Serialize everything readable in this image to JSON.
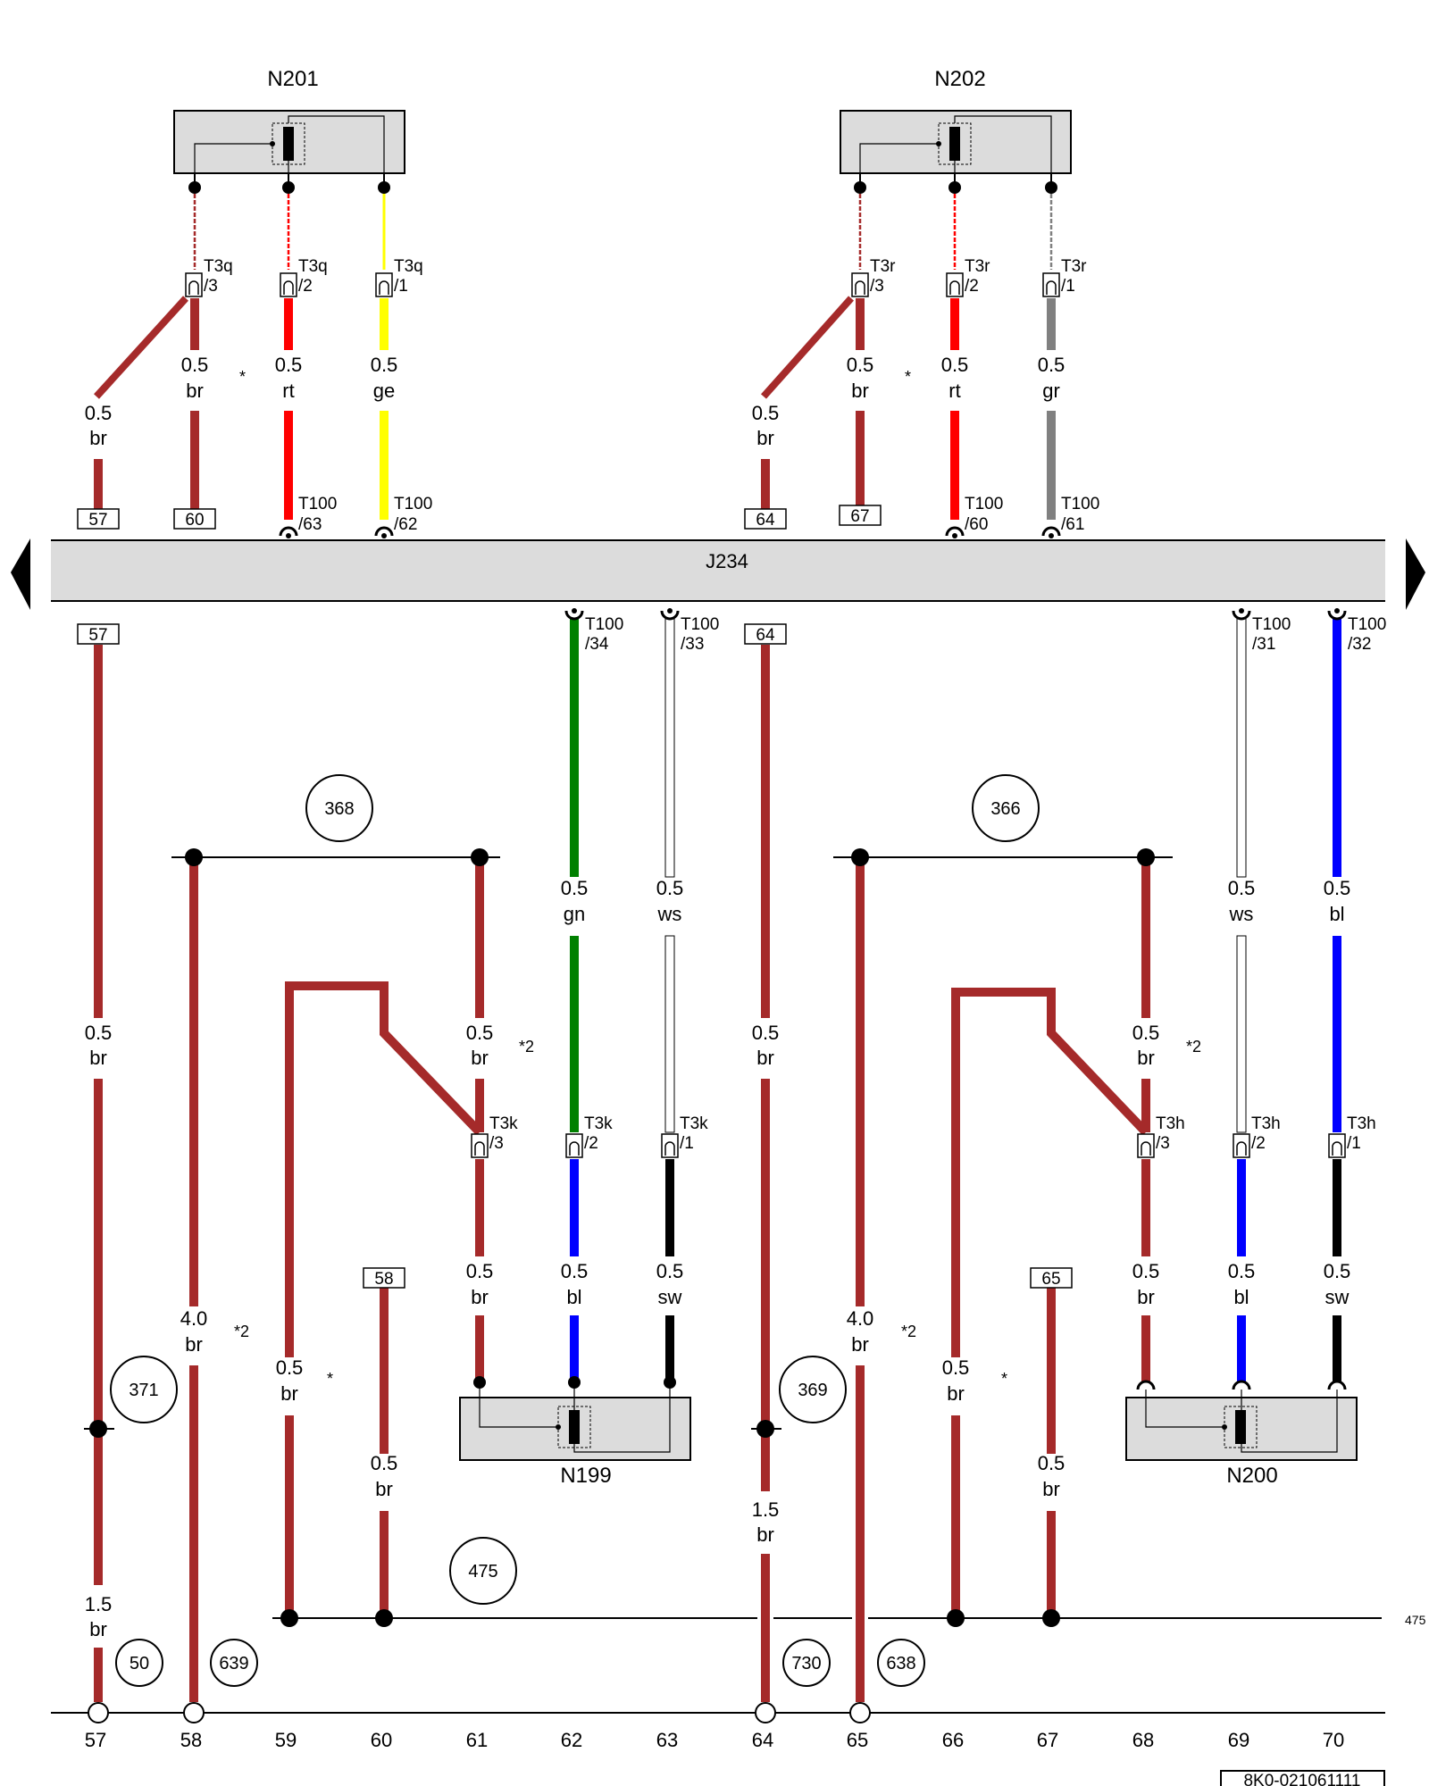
{
  "components": {
    "n201": "N201",
    "n202": "N202",
    "j234": "J234",
    "n199": "N199",
    "n200": "N200"
  },
  "upper_connectors": {
    "t3q_3": [
      "T3q",
      "/3"
    ],
    "t3q_2": [
      "T3q",
      "/2"
    ],
    "t3q_1": [
      "T3q",
      "/1"
    ],
    "t3r_3": [
      "T3r",
      "/3"
    ],
    "t3r_2": [
      "T3r",
      "/2"
    ],
    "t3r_1": [
      "T3r",
      "/1"
    ],
    "t100_63": [
      "T100",
      "/63"
    ],
    "t100_62": [
      "T100",
      "/62"
    ],
    "t100_60": [
      "T100",
      "/60"
    ],
    "t100_61": [
      "T100",
      "/61"
    ]
  },
  "lower_connectors": {
    "t100_34": [
      "T100",
      "/34"
    ],
    "t100_33": [
      "T100",
      "/33"
    ],
    "t100_31": [
      "T100",
      "/31"
    ],
    "t100_32": [
      "T100",
      "/32"
    ],
    "t3k_3": [
      "T3k",
      "/3"
    ],
    "t3k_2": [
      "T3k",
      "/2"
    ],
    "t3k_1": [
      "T3k",
      "/1"
    ],
    "t3h_3": [
      "T3h",
      "/3"
    ],
    "t3h_2": [
      "T3h",
      "/2"
    ],
    "t3h_1": [
      "T3h",
      "/1"
    ]
  },
  "wire_labels": [
    [
      "0.5",
      "br"
    ],
    [
      "0.5",
      "br"
    ],
    [
      "0.5",
      "rt"
    ],
    [
      "0.5",
      "ge"
    ],
    [
      "0.5",
      "br"
    ],
    [
      "0.5",
      "br"
    ],
    [
      "0.5",
      "rt"
    ],
    [
      "0.5",
      "gr"
    ],
    [
      "0.5",
      "br"
    ],
    [
      "0.5",
      "gn"
    ],
    [
      "0.5",
      "ws"
    ],
    [
      "0.5",
      "br"
    ],
    [
      "0.5",
      "ws"
    ],
    [
      "0.5",
      "bl"
    ],
    [
      "0.5",
      "br"
    ],
    [
      "0.5",
      "br"
    ],
    [
      "0.5",
      "br"
    ],
    [
      "0.5",
      "bl"
    ],
    [
      "0.5",
      "sw"
    ],
    [
      "0.5",
      "br"
    ],
    [
      "0.5",
      "bl"
    ],
    [
      "0.5",
      "sw"
    ],
    [
      "4.0",
      "br"
    ],
    [
      "4.0",
      "br"
    ],
    [
      "0.5",
      "br"
    ],
    [
      "0.5",
      "br"
    ],
    [
      "0.5",
      "br"
    ],
    [
      "0.5",
      "br"
    ],
    [
      "1.5",
      "br"
    ],
    [
      "1.5",
      "br"
    ]
  ],
  "reference_boxes": [
    "57",
    "60",
    "64",
    "67",
    "57",
    "64",
    "58",
    "65"
  ],
  "circle_refs": [
    "368",
    "366",
    "371",
    "369",
    "475",
    "50",
    "639",
    "730",
    "638"
  ],
  "footnotes": [
    "*",
    "*",
    "*2",
    "*2",
    "*2",
    "*",
    "*2",
    "*"
  ],
  "track_numbers": [
    "57",
    "58",
    "59",
    "60",
    "61",
    "62",
    "63",
    "64",
    "65",
    "66",
    "67",
    "68",
    "69",
    "70"
  ],
  "side_ref": "475",
  "part_code": "8K0-021061111",
  "colors": {
    "br": "#a52a2a",
    "rt": "#ff0000",
    "ge": "#ffff00",
    "gr": "#808080",
    "gn": "#008000",
    "ws": "#ffffff",
    "bl": "#0000ff",
    "sw": "#000000",
    "housing": "#dcdcdc"
  }
}
